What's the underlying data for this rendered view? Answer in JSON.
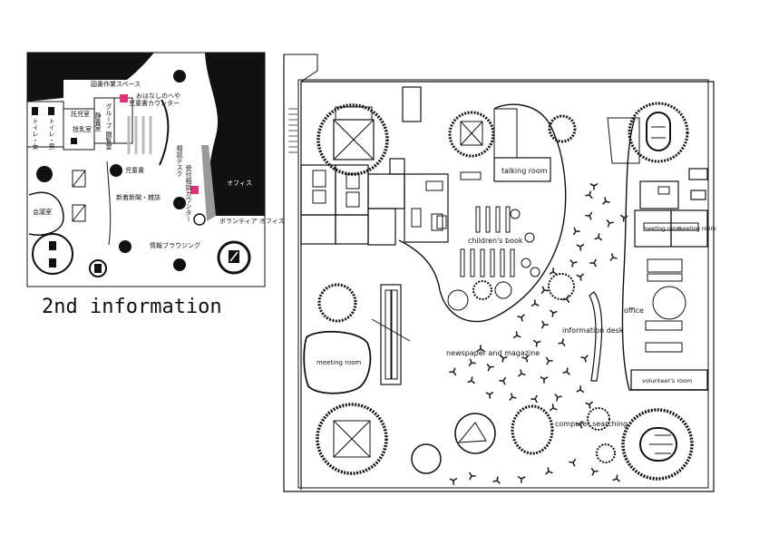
{
  "mini_map": {
    "caption": "2nd information",
    "labels": {
      "workspace": "図書作業スペース",
      "storytime_room": "おはなしのへや",
      "children_counter": "児童書カウンター",
      "quiet_room": "静養室",
      "group_study": "グループ 閲覧室",
      "childcare": "託児室",
      "nursing": "授乳室",
      "toilet_f": "トイレ・女",
      "toilet_m": "トイレ・男",
      "children_books": "児童書",
      "new_papers": "新着新聞・雑誌",
      "consult_desk": "相談デスク",
      "reception_counter": "受付相談カウンター",
      "office": "オフィス",
      "volunteer_office": "ボランティア オフィス",
      "meeting_room": "会議室",
      "info_browsing": "情報ブラウジング"
    }
  },
  "floor_plan": {
    "labels": {
      "talking_room": "talking room",
      "childrens_book": "children's book",
      "office": "office",
      "information_desk": "information desk",
      "meeting_room_left": "meeting room",
      "newspaper_magazine": "newspaper and magazine",
      "computer_searching": "computer searching",
      "volunteers_room": "volunteer's room",
      "meeting_room_a": "meeting room",
      "meeting_room_b": "meeting room"
    }
  }
}
